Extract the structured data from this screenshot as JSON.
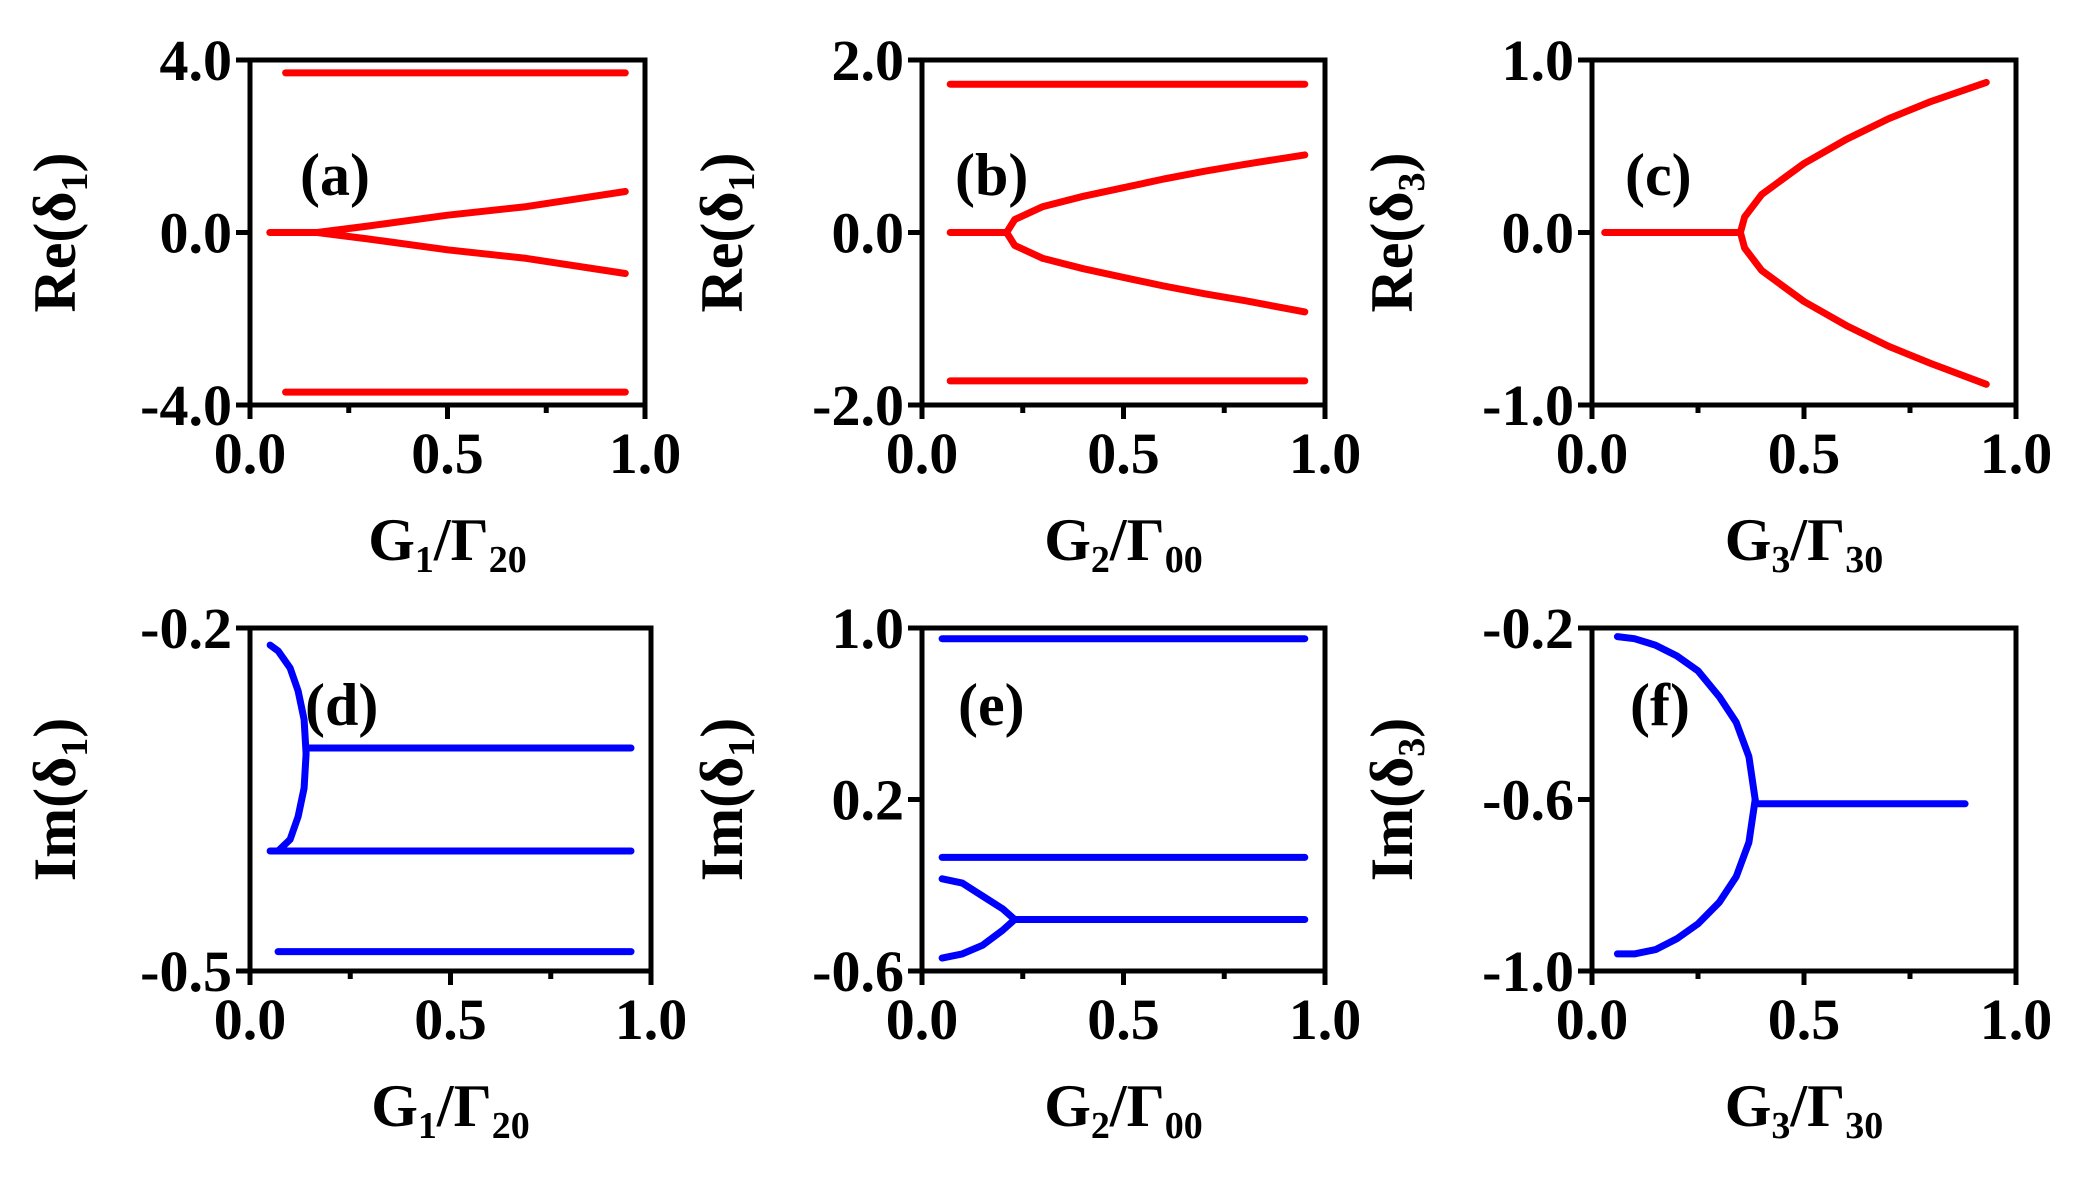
{
  "chart_data": [
    {
      "type": "line",
      "panel_label": "(a)",
      "xlabel": "G1/Γ20",
      "xlabel_parts": {
        "base": "G",
        "sub": "1",
        "mid": "/Γ",
        "sub2": "20"
      },
      "ylabel_parts": {
        "pre": "Re(δ",
        "sub": "1",
        "post": ")"
      },
      "xlim": [
        0,
        1
      ],
      "ylim": [
        -4,
        4
      ],
      "xticks": [
        "0.0",
        "0.5",
        "1.0"
      ],
      "yticks": [
        "-4.0",
        "0.0",
        "4.0"
      ],
      "color": "#ff0000",
      "series": [
        {
          "x": [
            0.05,
            0.17
          ],
          "y": [
            0,
            0
          ]
        },
        {
          "x": [
            0.09,
            0.95
          ],
          "y": [
            3.7,
            3.7
          ]
        },
        {
          "x": [
            0.09,
            0.95
          ],
          "y": [
            -3.7,
            -3.7
          ]
        },
        {
          "x": [
            0.17,
            0.3,
            0.5,
            0.7,
            0.95
          ],
          "y": [
            0,
            0.15,
            0.4,
            0.6,
            0.95
          ]
        },
        {
          "x": [
            0.17,
            0.3,
            0.5,
            0.7,
            0.95
          ],
          "y": [
            0,
            -0.15,
            -0.4,
            -0.6,
            -0.95
          ]
        }
      ]
    },
    {
      "type": "line",
      "panel_label": "(b)",
      "xlabel": "G2/Γ00",
      "xlabel_parts": {
        "base": "G",
        "sub": "2",
        "mid": "/Γ",
        "sub2": "00"
      },
      "ylabel_parts": {
        "pre": "Re(δ",
        "sub": "1",
        "post": ")"
      },
      "xlim": [
        0,
        1
      ],
      "ylim": [
        -2,
        2
      ],
      "xticks": [
        "0.0",
        "0.5",
        "1.0"
      ],
      "yticks": [
        "-2.0",
        "0.0",
        "2.0"
      ],
      "color": "#ff0000",
      "series": [
        {
          "x": [
            0.07,
            0.21
          ],
          "y": [
            0,
            0
          ]
        },
        {
          "x": [
            0.07,
            0.95
          ],
          "y": [
            1.72,
            1.72
          ]
        },
        {
          "x": [
            0.07,
            0.95
          ],
          "y": [
            -1.72,
            -1.72
          ]
        },
        {
          "x": [
            0.21,
            0.23,
            0.3,
            0.4,
            0.5,
            0.6,
            0.7,
            0.8,
            0.95
          ],
          "y": [
            0,
            0.15,
            0.3,
            0.42,
            0.52,
            0.62,
            0.71,
            0.79,
            0.9
          ]
        },
        {
          "x": [
            0.21,
            0.23,
            0.3,
            0.4,
            0.5,
            0.6,
            0.7,
            0.8,
            0.95
          ],
          "y": [
            0,
            -0.15,
            -0.3,
            -0.42,
            -0.52,
            -0.62,
            -0.71,
            -0.79,
            -0.92
          ]
        }
      ]
    },
    {
      "type": "line",
      "panel_label": "(c)",
      "xlabel": "G3/Γ30",
      "xlabel_parts": {
        "base": "G",
        "sub": "3",
        "mid": "/Γ",
        "sub2": "30"
      },
      "ylabel_parts": {
        "pre": "Re(δ",
        "sub": "3",
        "post": ")"
      },
      "xlim": [
        0,
        1
      ],
      "ylim": [
        -1,
        1
      ],
      "xticks": [
        "0.0",
        "0.5",
        "1.0"
      ],
      "yticks": [
        "-1.0",
        "0.0",
        "1.0"
      ],
      "color": "#ff0000",
      "series": [
        {
          "x": [
            0.03,
            0.35
          ],
          "y": [
            0,
            0
          ]
        },
        {
          "x": [
            0.35,
            0.36,
            0.4,
            0.45,
            0.5,
            0.6,
            0.7,
            0.8,
            0.93
          ],
          "y": [
            0,
            0.09,
            0.22,
            0.31,
            0.4,
            0.54,
            0.66,
            0.76,
            0.87
          ]
        },
        {
          "x": [
            0.35,
            0.36,
            0.4,
            0.45,
            0.5,
            0.6,
            0.7,
            0.8,
            0.93
          ],
          "y": [
            0,
            -0.09,
            -0.22,
            -0.31,
            -0.4,
            -0.54,
            -0.66,
            -0.76,
            -0.88
          ]
        }
      ]
    },
    {
      "type": "line",
      "panel_label": "(d)",
      "xlabel": "G1/Γ20",
      "xlabel_parts": {
        "base": "G",
        "sub": "1",
        "mid": "/Γ",
        "sub2": "20"
      },
      "ylabel_parts": {
        "pre": "Im(δ",
        "sub": "1",
        "post": ")"
      },
      "xlim": [
        0,
        1
      ],
      "ylim": [
        -0.5,
        -0.2
      ],
      "xticks": [
        "0.0",
        "0.5",
        "1.0"
      ],
      "yticks": [
        "-0.5",
        "-0.2"
      ],
      "color": "#0000ff",
      "series": [
        {
          "x": [
            0.05,
            0.07,
            0.1,
            0.12,
            0.135,
            0.14
          ],
          "y": [
            -0.215,
            -0.22,
            -0.235,
            -0.255,
            -0.28,
            -0.31
          ]
        },
        {
          "x": [
            0.14,
            0.135,
            0.12,
            0.1,
            0.07,
            0.05
          ],
          "y": [
            -0.31,
            -0.34,
            -0.365,
            -0.385,
            -0.395,
            -0.395
          ]
        },
        {
          "x": [
            0.14,
            0.95
          ],
          "y": [
            -0.305,
            -0.305
          ]
        },
        {
          "x": [
            0.07,
            0.95
          ],
          "y": [
            -0.395,
            -0.395
          ]
        },
        {
          "x": [
            0.07,
            0.95
          ],
          "y": [
            -0.483,
            -0.483
          ]
        }
      ]
    },
    {
      "type": "line",
      "panel_label": "(e)",
      "xlabel": "G2/Γ00",
      "xlabel_parts": {
        "base": "G",
        "sub": "2",
        "mid": "/Γ",
        "sub2": "00"
      },
      "ylabel_parts": {
        "pre": "Im(δ",
        "sub": "1",
        "post": ")"
      },
      "xlim": [
        0,
        1
      ],
      "ylim": [
        -0.6,
        1.0
      ],
      "xticks": [
        "0.0",
        "0.5",
        "1.0"
      ],
      "yticks": [
        "-0.6",
        "0.2",
        "1.0"
      ],
      "color": "#0000ff",
      "series": [
        {
          "x": [
            0.05,
            0.95
          ],
          "y": [
            0.95,
            0.95
          ]
        },
        {
          "x": [
            0.05,
            0.95
          ],
          "y": [
            -0.07,
            -0.07
          ]
        },
        {
          "x": [
            0.05,
            0.1,
            0.15,
            0.2,
            0.23
          ],
          "y": [
            -0.17,
            -0.19,
            -0.25,
            -0.31,
            -0.36
          ]
        },
        {
          "x": [
            0.23,
            0.2,
            0.15,
            0.1,
            0.05
          ],
          "y": [
            -0.36,
            -0.41,
            -0.48,
            -0.52,
            -0.54
          ]
        },
        {
          "x": [
            0.23,
            0.95
          ],
          "y": [
            -0.36,
            -0.36
          ]
        }
      ]
    },
    {
      "type": "line",
      "panel_label": "(f)",
      "xlabel": "G3/Γ30",
      "xlabel_parts": {
        "base": "G",
        "sub": "3",
        "mid": "/Γ",
        "sub2": "30"
      },
      "ylabel_parts": {
        "pre": "Im(δ",
        "sub": "3",
        "post": ")"
      },
      "xlim": [
        0,
        1
      ],
      "ylim": [
        -1.0,
        -0.2
      ],
      "xticks": [
        "0.0",
        "0.5",
        "1.0"
      ],
      "yticks": [
        "-1.0",
        "-0.6",
        "-0.2"
      ],
      "color": "#0000ff",
      "series": [
        {
          "x": [
            0.06,
            0.1,
            0.15,
            0.2,
            0.25,
            0.3,
            0.34,
            0.37,
            0.385
          ],
          "y": [
            -0.22,
            -0.225,
            -0.24,
            -0.265,
            -0.3,
            -0.36,
            -0.42,
            -0.5,
            -0.6
          ]
        },
        {
          "x": [
            0.385,
            0.37,
            0.34,
            0.3,
            0.25,
            0.2,
            0.15,
            0.1,
            0.06
          ],
          "y": [
            -0.6,
            -0.7,
            -0.78,
            -0.84,
            -0.89,
            -0.925,
            -0.95,
            -0.96,
            -0.96
          ]
        },
        {
          "x": [
            0.385,
            0.88
          ],
          "y": [
            -0.61,
            -0.61
          ]
        }
      ]
    }
  ]
}
